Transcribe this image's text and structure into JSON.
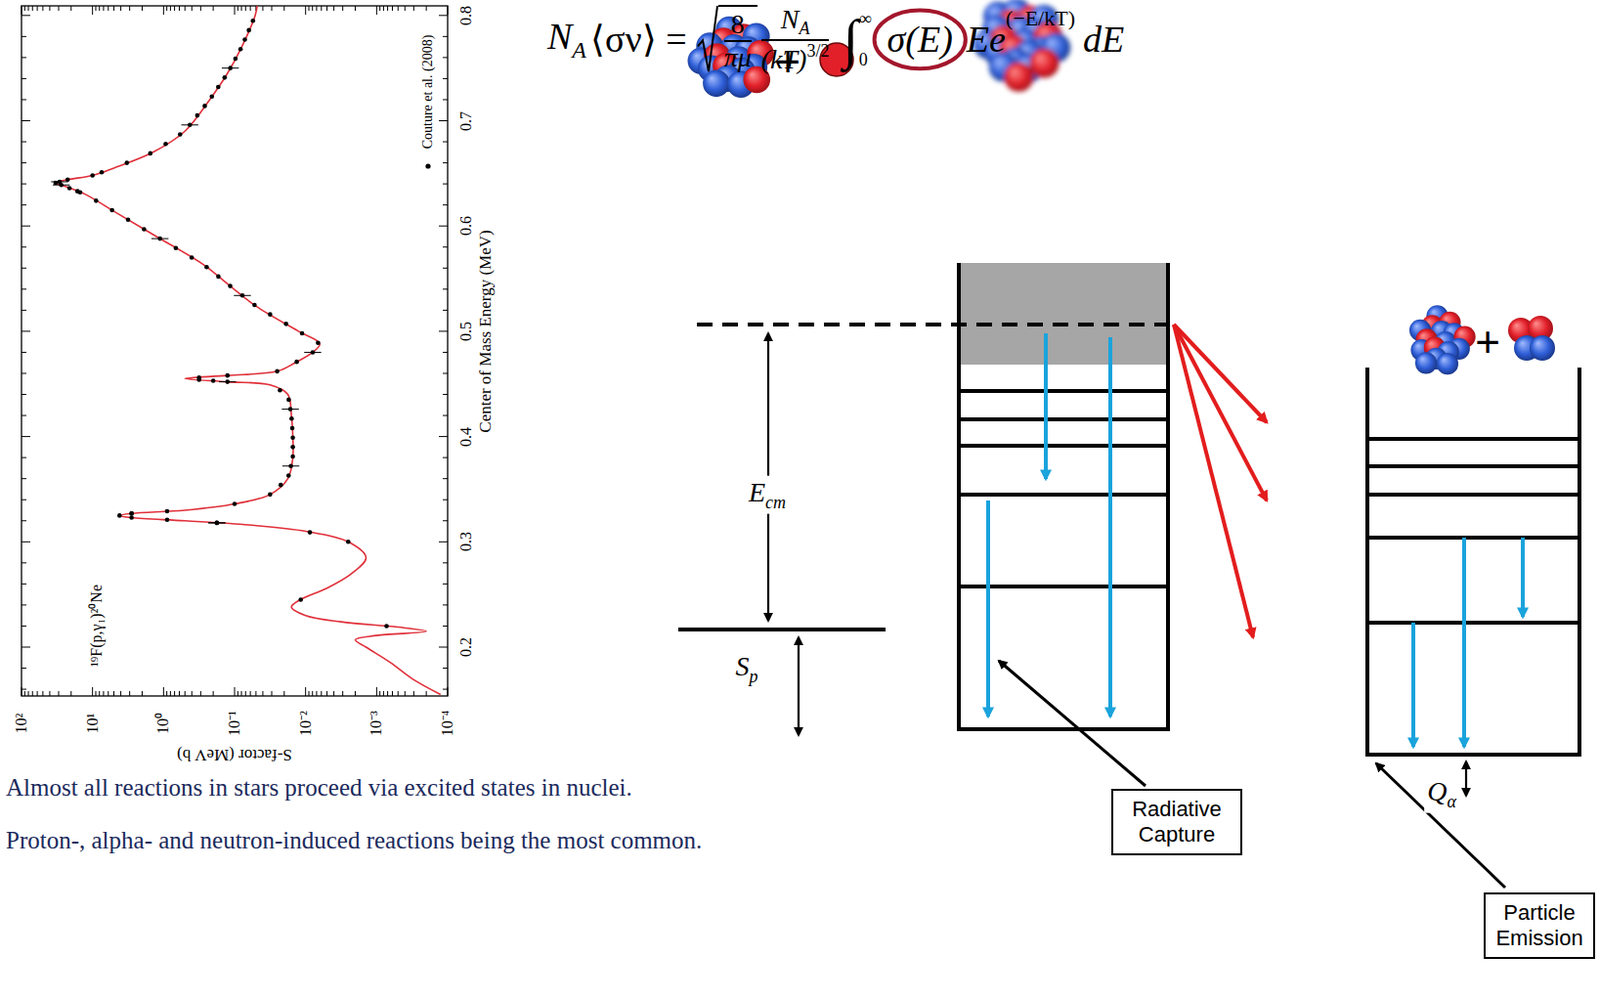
{
  "diagram": {
    "nodes": [
      {
        "text": [
          "Radiative Capture"
        ]
      },
      {
        "text": [
          "Particle Emission"
        ]
      }
    ],
    "labels": [
      "N",
      "A",
      "⟨σν⟩ =",
      "8",
      "πμ",
      "N",
      "A",
      "(kT)",
      "3/2",
      "∫",
      "0",
      "∞",
      "σ(E)",
      "Ee",
      "(−E/kT)",
      "dE",
      "+",
      "+",
      "E",
      "cm",
      "S",
      "p",
      "Q",
      "α",
      "¹⁹F(p,γ₁)²⁰Ne",
      "Center of Mass Energy (MeV)",
      "S-factor (MeV b)",
      "0.2",
      "0.3",
      "0.4",
      "0.5",
      "0.6",
      "0.7",
      "0.8",
      "10²",
      "10¹",
      "10⁰",
      "10⁻¹",
      "10⁻²",
      "10⁻³",
      "10⁻⁴",
      "Almost all reactions in stars proceed via excited states in nuclei.",
      "Proton-, alpha- and neutron-induced reactions being the most common."
    ],
    "legend": [
      {
        "text": "Couture et al. (2008)"
      }
    ]
  }
}
